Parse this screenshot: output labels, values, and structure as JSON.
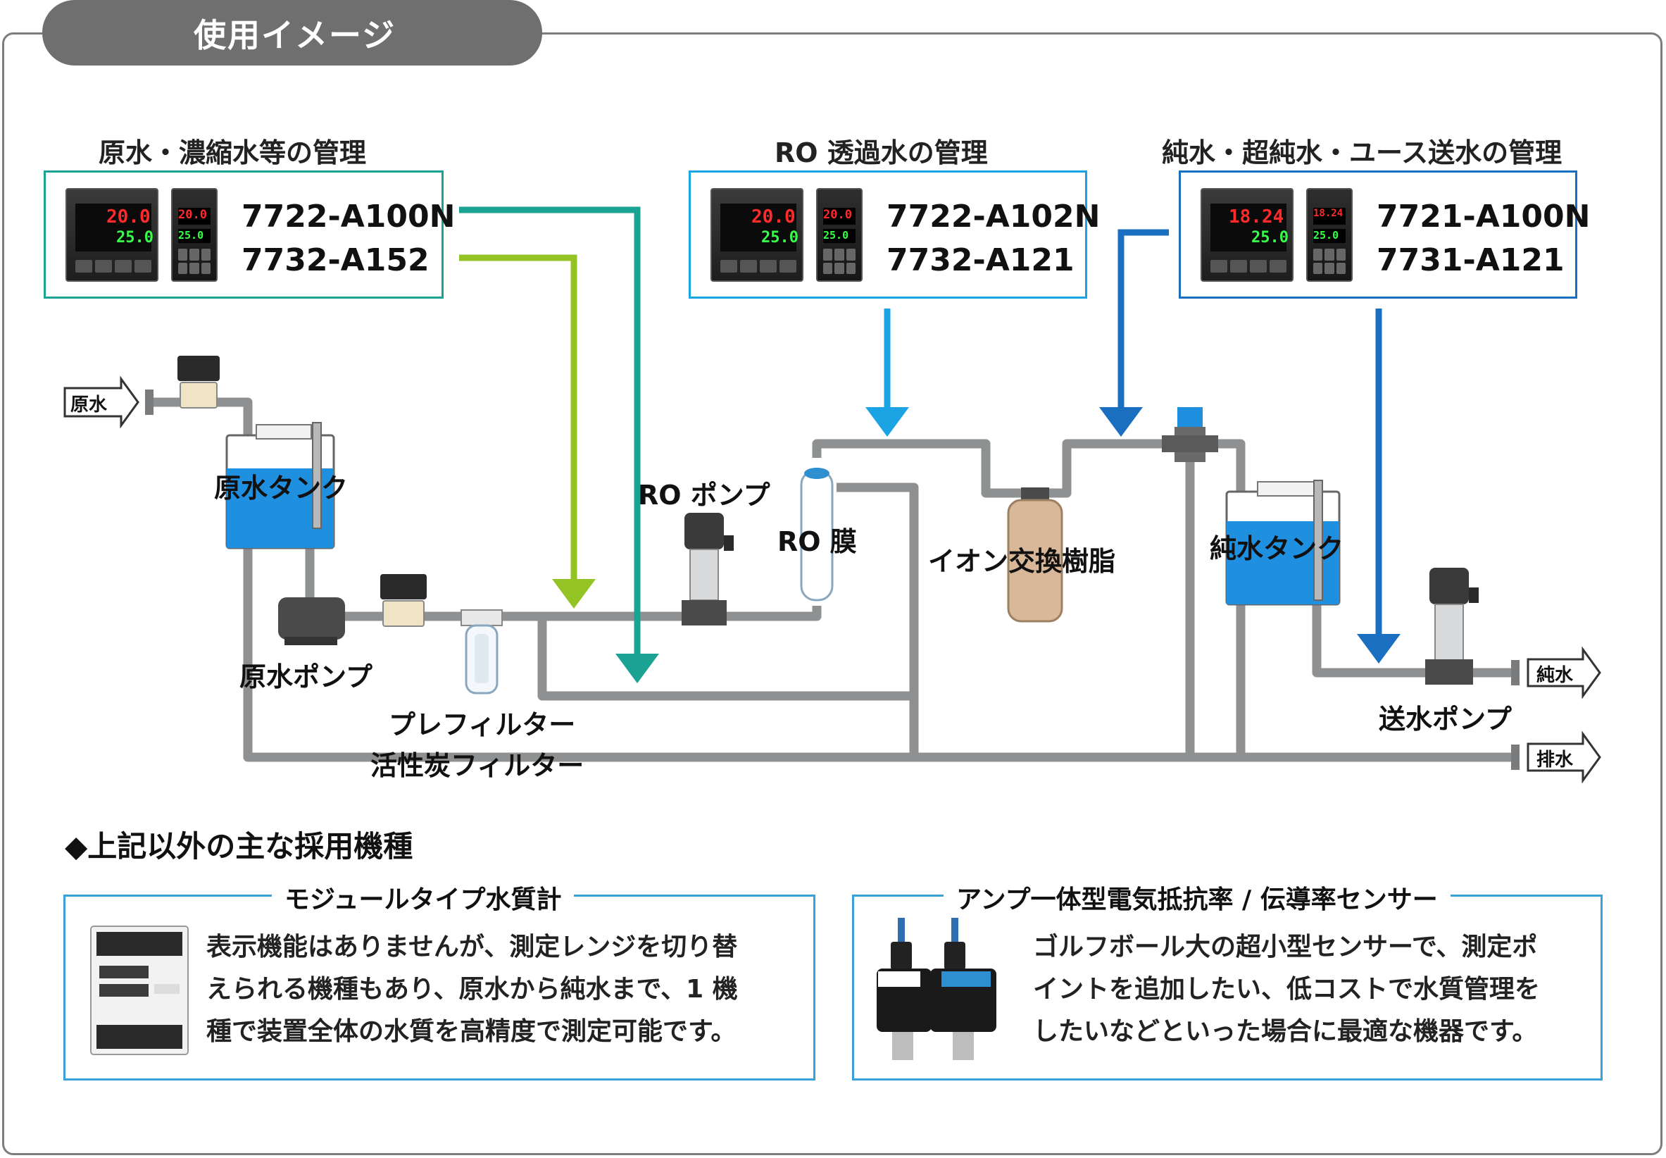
{
  "title": "使用イメージ",
  "colors": {
    "teal": "#1aa392",
    "lime": "#94c324",
    "sky": "#1aa4e4",
    "blue": "#1a6fc0",
    "pipe": "#8f9091",
    "water": "#1f8fe0"
  },
  "groups": [
    {
      "header": "原水・濃縮水等の管理",
      "models": [
        "7722-A100N",
        "7732-A152"
      ]
    },
    {
      "header": "RO 透過水の管理",
      "models": [
        "7722-A102N",
        "7732-A121"
      ]
    },
    {
      "header": "純水・超純水・ユース送水の管理",
      "models": [
        "7721-A100N",
        "7731-A121"
      ]
    }
  ],
  "devices": [
    {
      "main": "20.0",
      "sub": "25.0",
      "small_main": "20.0",
      "small_sub": "25.0"
    },
    {
      "main": "20.0",
      "sub": "25.0",
      "small_main": "20.0",
      "small_sub": "25.0"
    },
    {
      "main": "18.24",
      "sub": "25.0",
      "small_main": "18.24",
      "small_sub": "25.0"
    }
  ],
  "labels": {
    "raw_water_in": "原水",
    "raw_tank": "原水タンク",
    "raw_pump": "原水ポンプ",
    "prefilter": "プレフィルター",
    "carbon_filter": "活性炭フィルター",
    "ro_pump": "RO ポンプ",
    "ro_membrane": "RO 膜",
    "ion_resin": "イオン交換樹脂",
    "pure_tank": "純水タンク",
    "send_pump": "送水ポンプ",
    "pure_out": "純水",
    "drain_out": "排水"
  },
  "other_section": {
    "title": "◆上記以外の主な採用機種",
    "cards": [
      {
        "title": "モジュールタイプ水質計",
        "lines": [
          "表示機能はありませんが、測定レンジを切り替",
          "えられる機種もあり、原水から純水まで、1 機",
          "種で装置全体の水質を高精度で測定可能です。"
        ]
      },
      {
        "title": "アンプ一体型電気抵抗率 / 伝導率センサー",
        "lines": [
          "ゴルフボール大の超小型センサーで、測定ポ",
          "イントを追加したい、低コストで水質管理を",
          "したいなどといった場合に最適な機器です。"
        ]
      }
    ]
  }
}
